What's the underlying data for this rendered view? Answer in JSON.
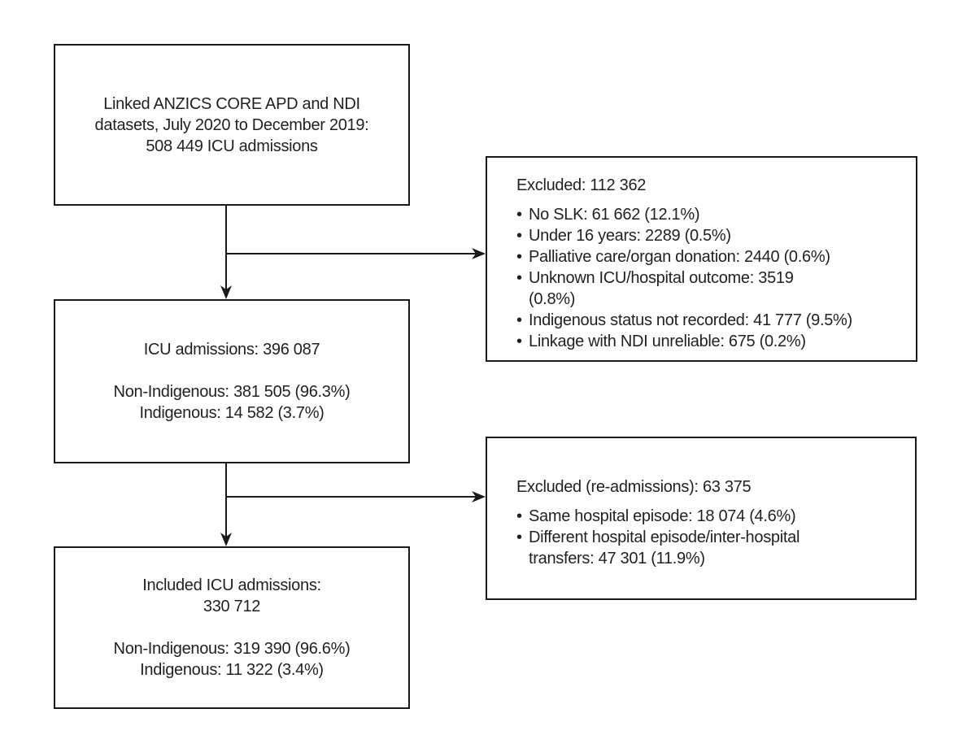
{
  "figure": {
    "type": "flowchart",
    "background_color": "#ffffff",
    "box_border_color": "#1a1a1a",
    "text_color": "#231f20",
    "bullet_char": "•"
  },
  "boxes": {
    "source": {
      "lines": [
        "Linked ANZICS CORE APD and NDI",
        "datasets, July 2020 to December 2019:",
        "508 449 ICU admissions"
      ]
    },
    "excluded_primary": {
      "header": "Excluded: 112 362",
      "items": [
        {
          "line1": "No SLK: 61 662 (12.1%)"
        },
        {
          "line1": "Under 16 years: 2289 (0.5%)"
        },
        {
          "line1": "Palliative care/organ donation: 2440 (0.6%)"
        },
        {
          "line1": "Unknown ICU/hospital outcome: 3519",
          "line2": "(0.8%)"
        },
        {
          "line1": "Indigenous status not recorded: 41 777 (9.5%)"
        },
        {
          "line1": "Linkage with NDI unreliable: 675 (0.2%)"
        }
      ]
    },
    "icu_admissions": {
      "title": "ICU admissions: 396 087",
      "lines": [
        "Non-Indigenous: 381 505 (96.3%)",
        "Indigenous: 14 582 (3.7%)"
      ]
    },
    "excluded_readmissions": {
      "header": "Excluded (re-admissions): 63 375",
      "items": [
        {
          "line1": "Same hospital episode: 18 074 (4.6%)"
        },
        {
          "line1": "Different hospital episode/inter-hospital",
          "line2": "transfers: 47 301 (11.9%)"
        }
      ]
    },
    "included": {
      "title_lines": [
        "Included ICU admissions:",
        "330 712"
      ],
      "lines": [
        "Non-Indigenous: 319 390 (96.6%)",
        "Indigenous: 11 322 (3.4%)"
      ]
    }
  }
}
